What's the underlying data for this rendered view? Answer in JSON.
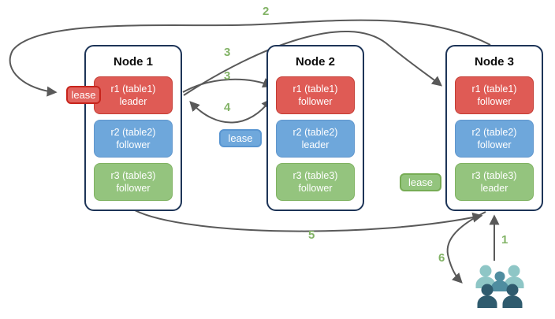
{
  "nodes": [
    {
      "title": "Node 1",
      "replicas": [
        {
          "name": "r1 (table1)",
          "role": "leader"
        },
        {
          "name": "r2 (table2)",
          "role": "follower"
        },
        {
          "name": "r3 (table3)",
          "role": "follower"
        }
      ]
    },
    {
      "title": "Node 2",
      "replicas": [
        {
          "name": "r1 (table1)",
          "role": "follower"
        },
        {
          "name": "r2 (table2)",
          "role": "leader"
        },
        {
          "name": "r3 (table3)",
          "role": "follower"
        }
      ]
    },
    {
      "title": "Node 3",
      "replicas": [
        {
          "name": "r1 (table1)",
          "role": "follower"
        },
        {
          "name": "r2 (table2)",
          "role": "follower"
        },
        {
          "name": "r3 (table3)",
          "role": "leader"
        }
      ]
    }
  ],
  "leases": {
    "red": "lease",
    "blue": "lease",
    "green": "lease"
  },
  "steps": {
    "s1": "1",
    "s2": "2",
    "s3a": "3",
    "s3b": "3",
    "s4": "4",
    "s5": "5",
    "s6": "6"
  },
  "icons": {
    "clients": "users-icon"
  },
  "colors": {
    "arrow": "#595959",
    "step_label": "#82b366",
    "node_border": "#1d3457",
    "replica_red_fill": "#df5b55",
    "replica_red_stroke": "#c43c33",
    "replica_blue_fill": "#6ea7db",
    "replica_blue_stroke": "#6096cc",
    "replica_green_fill": "#94c47e",
    "replica_green_stroke": "#7fb261",
    "lease_red_fill": "#e2635e",
    "lease_red_stroke": "#c7241c",
    "lease_blue_fill": "#6fa8dc",
    "lease_blue_stroke": "#5a96d1",
    "lease_green_fill": "#93c47d",
    "lease_green_stroke": "#77ac55",
    "people_light": "#8ec6c6",
    "people_mid": "#4f8da0",
    "people_dark": "#2f5b6e"
  }
}
